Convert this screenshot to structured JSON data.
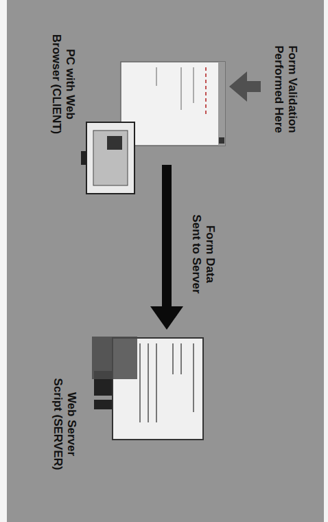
{
  "diagram": {
    "nodes": [
      {
        "text": [
          "PC with Web Browser (CLIENT)"
        ]
      },
      {
        "text": [
          "Web Server Script (SERVER)"
        ]
      }
    ],
    "edges": [
      {
        "from": 0,
        "to": 1,
        "label": "Form Data Sent to Server",
        "arrow": "to"
      }
    ],
    "labels": [
      "Form Validation Performed Here"
    ]
  }
}
